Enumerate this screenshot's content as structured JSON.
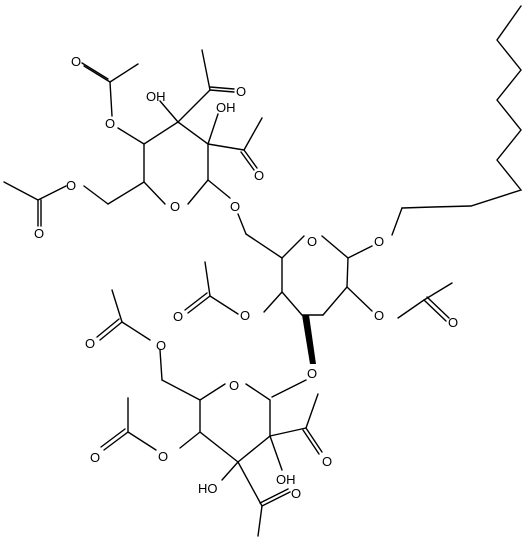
{
  "labels": {
    "oxygen": "O",
    "hydroxyl": "OH",
    "hydroxyl_left": "HO"
  },
  "colors": {
    "ink": "#000000",
    "background": "#ffffff"
  }
}
